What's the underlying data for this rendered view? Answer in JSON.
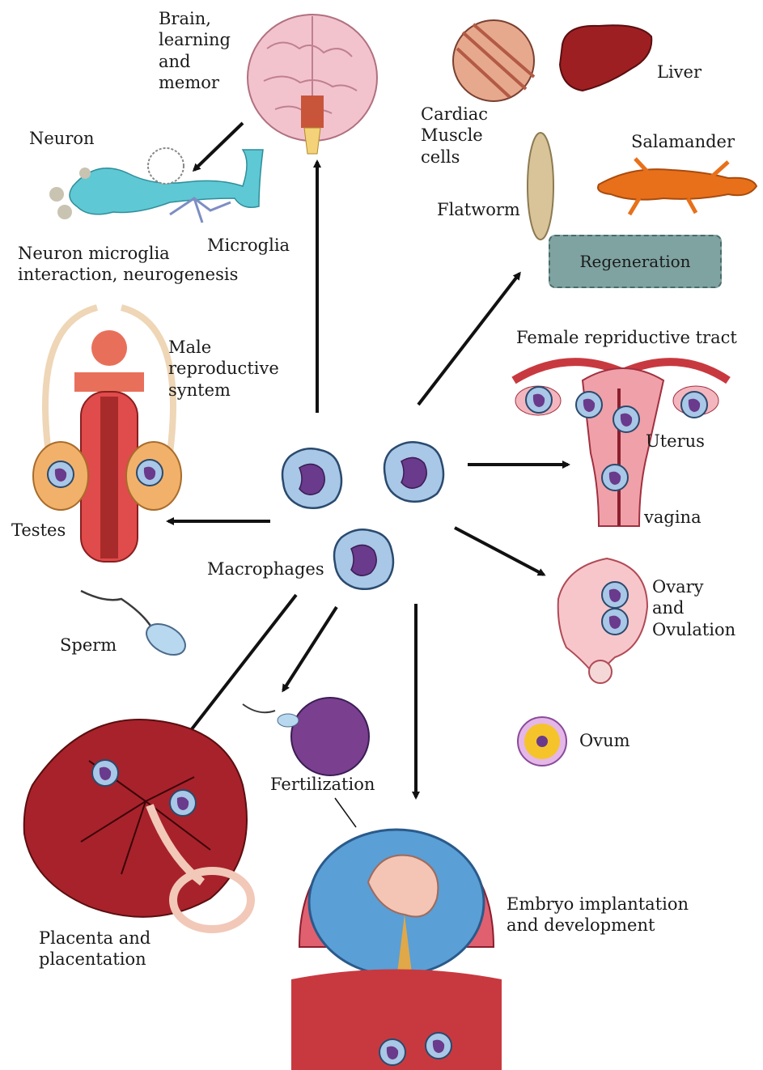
{
  "labels": {
    "brain": "Brain,\nlearning\nand\nmemor",
    "neuron": "Neuron",
    "microglia": "Microglia",
    "neurogenesis": "Neuron microglia\ninteraction, neurogenesis",
    "cardiac": "Cardiac\nMuscle\ncells",
    "liver": "Liver",
    "salamander": "Salamander",
    "flatworm": "Flatworm",
    "regeneration": "Regeneration",
    "male_repro": "Male\nreproductive\nsyntem",
    "testes": "Testes",
    "sperm": "Sperm",
    "macrophages": "Macrophages",
    "female_tract": "Female repriductive tract",
    "uterus": "Uterus",
    "vagina": "vagina",
    "ovary": "Ovary\nand\nOvulation",
    "ovum": "Ovum",
    "fertilization": "Fertilization",
    "placenta": "Placenta and\nplacentation",
    "embryo": "Embryo implantation\nand development"
  },
  "colors": {
    "macrophage_body": "#a9c7e6",
    "macrophage_outline": "#2a4a6e",
    "nucleus": "#6a3a8c",
    "placenta": "#a8222b",
    "salamander": "#e8701a",
    "liver": "#9e1f22",
    "brain": "#f2c3cd",
    "regeneration_box": "#7ea3a1",
    "arrow": "#111111"
  },
  "icons": [
    "brain-icon",
    "neuron-icon",
    "microglia-icon",
    "cardiac-cells-icon",
    "liver-icon",
    "salamander-icon",
    "flatworm-icon",
    "male-reproductive-icon",
    "sperm-icon",
    "macrophage-icon",
    "female-tract-icon",
    "ovary-icon",
    "ovum-icon",
    "egg-icon",
    "placenta-icon",
    "embryo-icon"
  ]
}
